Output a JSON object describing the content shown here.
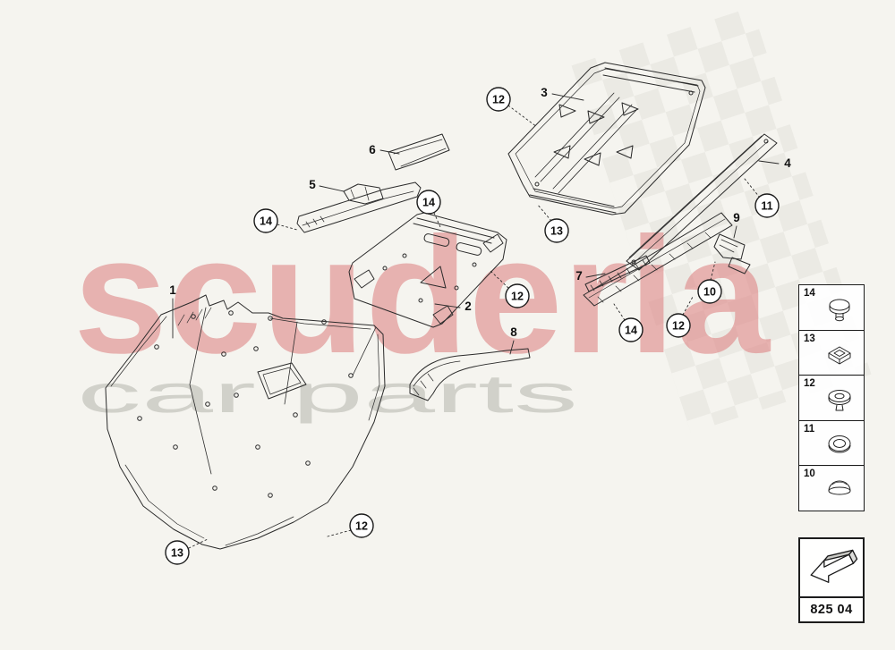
{
  "watermark": {
    "title": "scuderia",
    "subtitle": "car parts"
  },
  "diagram": {
    "part_labels": {
      "p1": "1",
      "p2": "2",
      "p3": "3",
      "p4": "4",
      "p5": "5",
      "p6": "6",
      "p7": "7",
      "p8": "8",
      "p9": "9"
    },
    "callouts": {
      "c12a": "12",
      "c13a": "13",
      "c11": "11",
      "c10": "10",
      "c12b": "12",
      "c14a": "14",
      "c12c": "12",
      "c14b": "14",
      "c14c": "14",
      "c12d": "12",
      "c13b": "13"
    }
  },
  "legend": {
    "items": [
      {
        "number": "14",
        "icon": "dome-head-rivet-icon"
      },
      {
        "number": "13",
        "icon": "clip-nut-icon"
      },
      {
        "number": "12",
        "icon": "push-rivet-icon"
      },
      {
        "number": "11",
        "icon": "grommet-icon"
      },
      {
        "number": "10",
        "icon": "cap-grommet-icon"
      }
    ]
  },
  "footer": {
    "part_code": "825 04",
    "icon": "direction-arrow-icon"
  }
}
